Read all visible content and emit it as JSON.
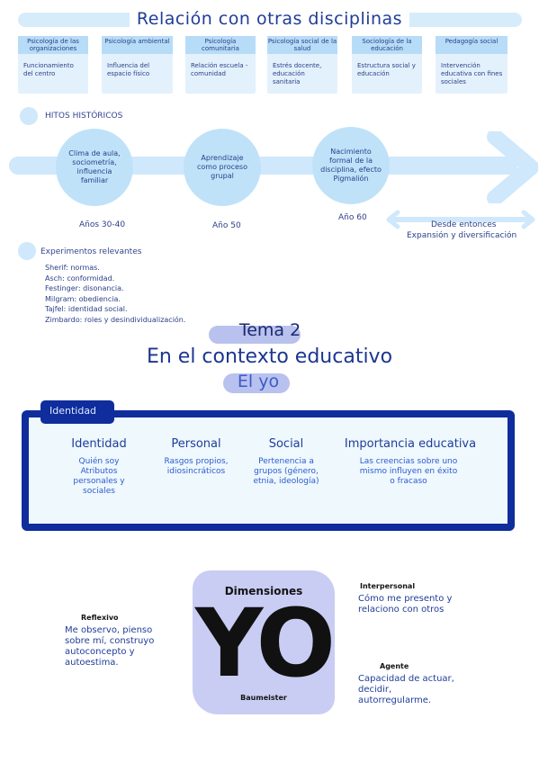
{
  "header": {
    "title": "Relación con otras disciplinas"
  },
  "disciplines": [
    {
      "title": "Psicología de las organizaciones",
      "desc": "Funcionamiento del centro"
    },
    {
      "title": "Psicología ambiental",
      "desc": "Influencia del espacio físico"
    },
    {
      "title": "Psicología comunitaria",
      "desc": "Relación escuela - comunidad"
    },
    {
      "title": "Psicología social de la salud",
      "desc": "Estrés docente, educación sanitaria"
    },
    {
      "title": "Sociología de la educación",
      "desc": "Estructura social y educación"
    },
    {
      "title": "Pedagogía social",
      "desc": "Intervención educativa con fines sociales"
    }
  ],
  "hitos": {
    "heading": "HITOS HISTÓRICOS",
    "bubbles": [
      "Clima de aula, sociometría, influencia familiar",
      "Aprendizaje como proceso grupal",
      "Nacimiento formal de la disciplina, efecto Pigmalión"
    ],
    "years": [
      "Años 30-40",
      "Año 50",
      "Año 60"
    ],
    "since_label": "Desde entonces",
    "since_text": "Expansión y diversificación"
  },
  "experiments": {
    "heading": "Experimentos relevantes",
    "items": [
      "Sherif: normas.",
      "Asch: conformidad.",
      "Festinger: disonancia.",
      "Milgram: obediencia.",
      "Tajfel: identidad social.",
      "Zimbardo: roles y desindividualización."
    ]
  },
  "tema": {
    "label": "Tema 2",
    "title": "En el contexto educativo",
    "subtitle": "El yo"
  },
  "identity": {
    "tab": "Identidad",
    "columns": [
      {
        "title": "Identidad",
        "text": "Quién soy Atributos personales y sociales"
      },
      {
        "title": "Personal",
        "text": "Rasgos propios, idiosincráticos"
      },
      {
        "title": "Social",
        "text": "Pertenencia a grupos (género, etnia, ideología)"
      },
      {
        "title": "Importancia educativa",
        "text": "Las creencias sobre uno mismo influyen en éxito o fracaso"
      }
    ]
  },
  "yo": {
    "dimensions_label": "Dimensiones",
    "big": "YO",
    "author": "Baumeister",
    "reflexivo": {
      "title": "Reflexivo",
      "text": "Me observo, pienso sobre mí, construyo autoconcepto y autoestima."
    },
    "interpersonal": {
      "title": "Interpersonal",
      "text": "Cómo me presento y relaciono con otros"
    },
    "agente": {
      "title": "Agente",
      "text": "Capacidad de actuar, decidir, autorregularme."
    }
  },
  "colors": {
    "navy": "#0f2d9c",
    "light_blue": "#cfe8fb",
    "lavender": "#c9cdf4",
    "text_blue": "#1f3d98"
  }
}
